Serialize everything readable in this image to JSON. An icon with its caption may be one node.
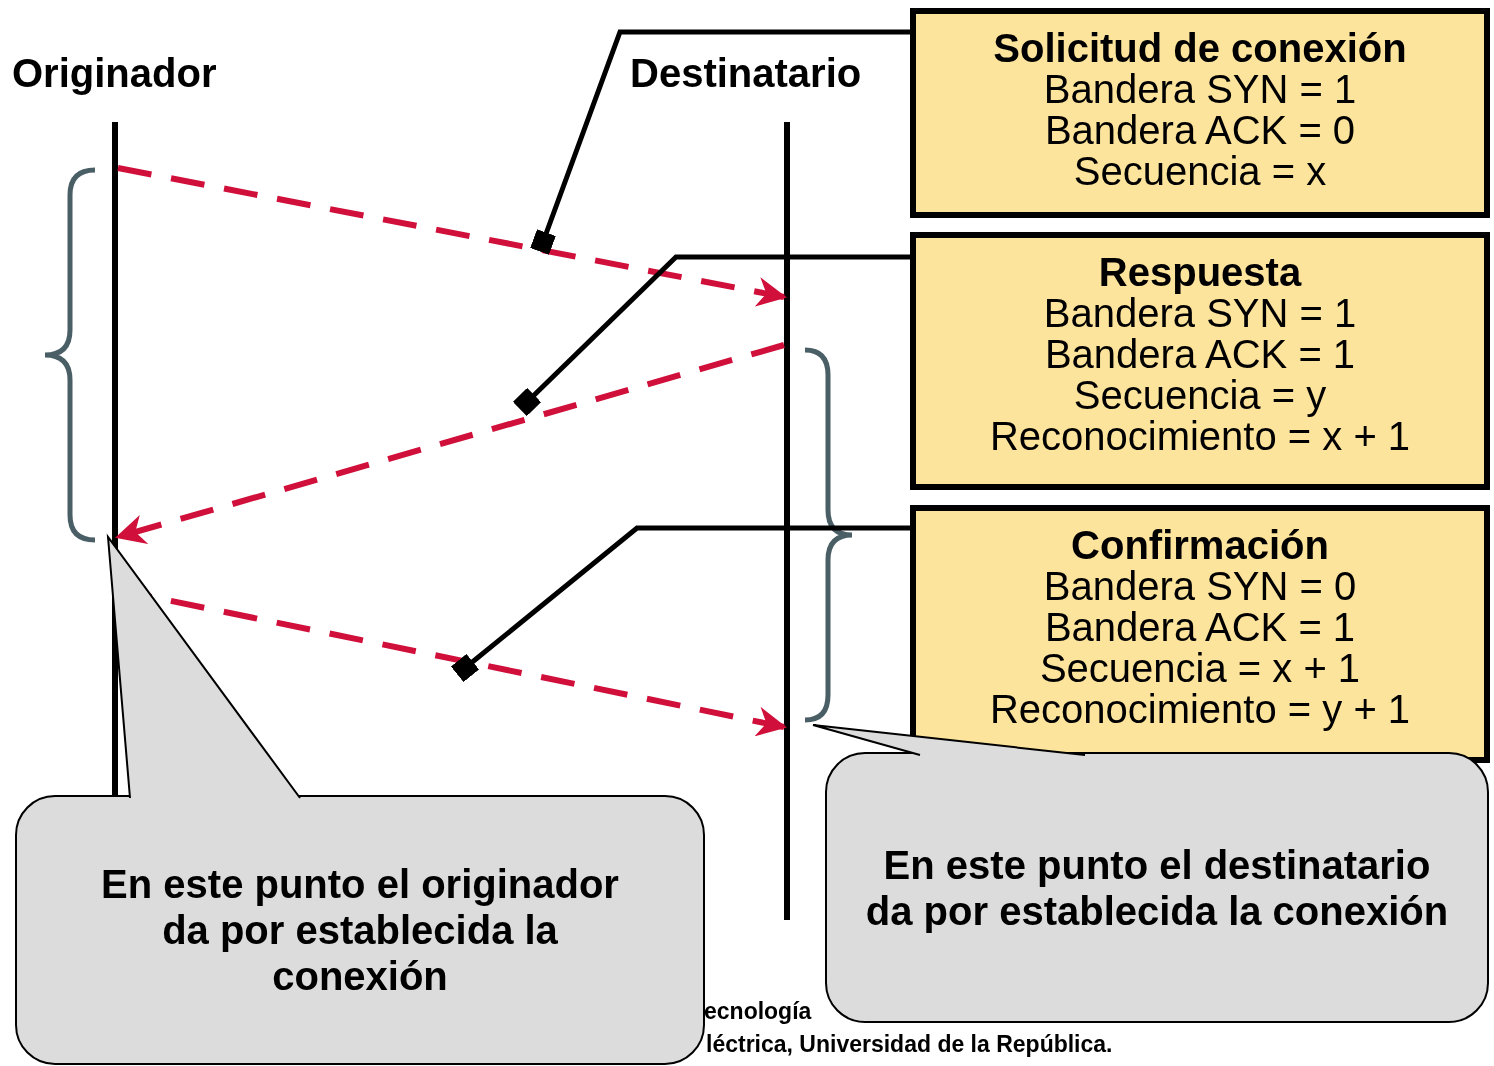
{
  "diagram": {
    "nodes": [
      {
        "text": [
          "Originador"
        ]
      },
      {
        "text": [
          "Destinatario"
        ]
      },
      {
        "text": [
          "Solicitud de conexión",
          "Bandera SYN = 1",
          "Bandera ACK = 0",
          "Secuencia = x"
        ]
      },
      {
        "text": [
          "Respuesta",
          "Bandera SYN = 1",
          "Bandera ACK = 1",
          "Secuencia = y",
          "Reconocimiento = x + 1"
        ]
      },
      {
        "text": [
          "Confirmación",
          "Bandera SYN = 0",
          "Bandera ACK = 1",
          "Secuencia = x + 1",
          "Reconocimiento = y + 1"
        ]
      },
      {
        "text": [
          "En este punto el originador da por establecida la conexión"
        ]
      },
      {
        "text": [
          "En este punto el destinatario da por establecida la conexión"
        ]
      }
    ],
    "edges": [
      {
        "from": 0,
        "to": 1,
        "arrow": "to",
        "style": "dashed",
        "color": "#d0103a"
      },
      {
        "from": 1,
        "to": 0,
        "arrow": "to",
        "style": "dashed",
        "color": "#d0103a"
      },
      {
        "from": 0,
        "to": 1,
        "arrow": "to",
        "style": "dashed",
        "color": "#d0103a"
      },
      {
        "from": 2,
        "to": null,
        "arrow": "other",
        "color": "#000000"
      },
      {
        "from": 3,
        "to": null,
        "arrow": "other",
        "color": "#000000"
      },
      {
        "from": 4,
        "to": null,
        "arrow": "other",
        "color": "#000000"
      }
    ],
    "labels": [
      "ecnología",
      "léctrica, Universidad de la República."
    ]
  }
}
